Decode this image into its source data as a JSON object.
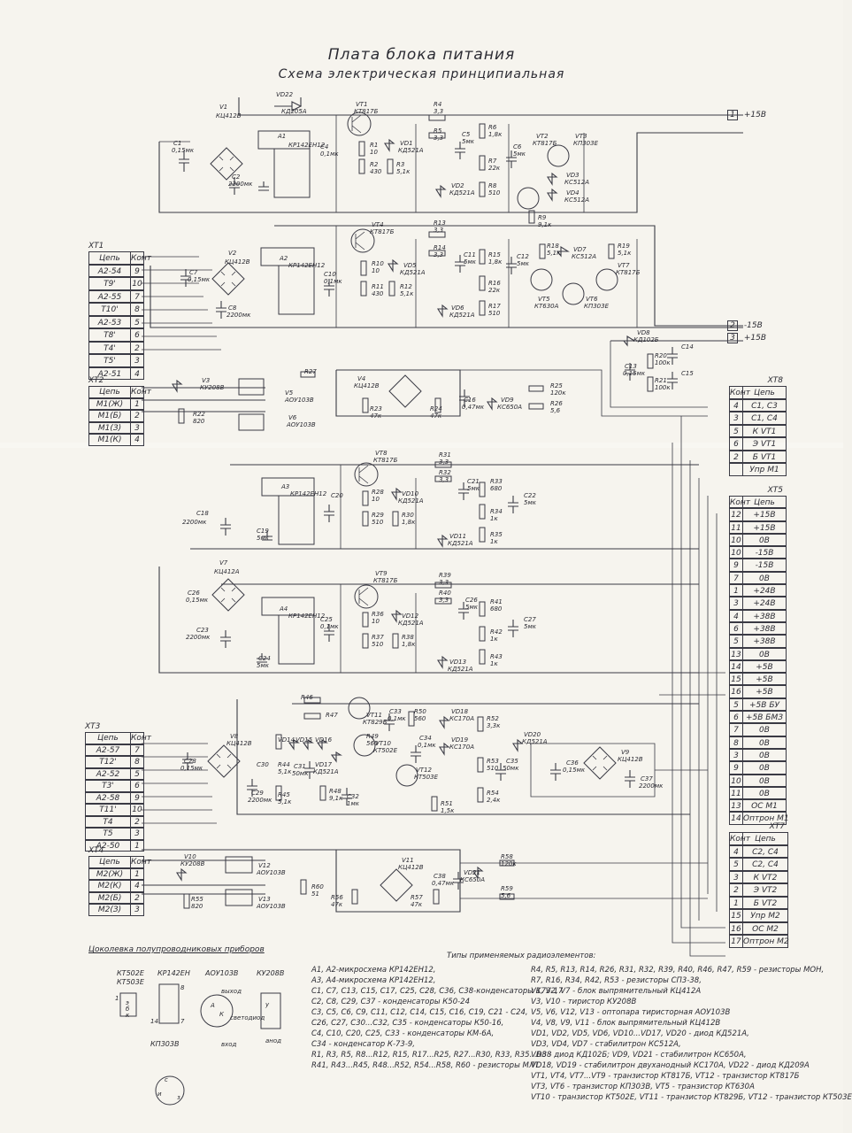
{
  "title": "Плата блока питания",
  "subtitle": "Схема электрическая принципиальная",
  "right_terminals": [
    {
      "pin": "1",
      "label": "+15В"
    },
    {
      "pin": "2",
      "label": "-15В"
    },
    {
      "pin": "3",
      "label": "+15В"
    }
  ],
  "XT1": {
    "name": "XT1",
    "col1": "Цепь",
    "col2": "Конт",
    "rows": [
      [
        "А2-54",
        "9"
      ],
      [
        "T9'",
        "10"
      ],
      [
        "А2-55",
        "7"
      ],
      [
        "T10'",
        "8"
      ],
      [
        "А2-53",
        "5"
      ],
      [
        "T8'",
        "6"
      ],
      [
        "T4'",
        "2"
      ],
      [
        "T5'",
        "3"
      ],
      [
        "А2-51",
        "4"
      ]
    ]
  },
  "XT2": {
    "name": "XT2",
    "col1": "Цепь",
    "col2": "Конт",
    "rows": [
      [
        "М1(Ж)",
        "1"
      ],
      [
        "М1(Б)",
        "2"
      ],
      [
        "М1(З)",
        "3"
      ],
      [
        "М1(К)",
        "4"
      ]
    ]
  },
  "XT3": {
    "name": "XT3",
    "col1": "Цепь",
    "col2": "Конт",
    "rows": [
      [
        "А2-57",
        "7"
      ],
      [
        "T12'",
        "8"
      ],
      [
        "А2-52",
        "5"
      ],
      [
        "T3'",
        "6"
      ],
      [
        "А2-58",
        "9"
      ],
      [
        "T11'",
        "10"
      ],
      [
        "T4",
        "2"
      ],
      [
        "T5",
        "3"
      ],
      [
        "А2-50",
        "1"
      ]
    ]
  },
  "XT4": {
    "name": "XT4",
    "col1": "Цепь",
    "col2": "Конт",
    "rows": [
      [
        "М2(Ж)",
        "1"
      ],
      [
        "М2(К)",
        "4"
      ],
      [
        "М2(Б)",
        "2"
      ],
      [
        "М2(З)",
        "3"
      ]
    ]
  },
  "XT8": {
    "name": "XT8",
    "col1": "Конт",
    "col2": "Цепь",
    "rows": [
      [
        "4",
        "C1, C3"
      ],
      [
        "3",
        "C1, C4"
      ],
      [
        "5",
        "К  VT1"
      ],
      [
        "6",
        "Э  VT1"
      ],
      [
        "2",
        "Б  VT1"
      ],
      [
        "",
        "Упр  М1"
      ]
    ]
  },
  "XT5": {
    "name": "XT5",
    "col1": "Конт",
    "col2": "Цепь",
    "rows": [
      [
        "12",
        "+15В"
      ],
      [
        "11",
        "+15В"
      ],
      [
        "10",
        "0В"
      ],
      [
        "10",
        "-15В"
      ],
      [
        "9",
        "-15В"
      ],
      [
        "7",
        "0В"
      ],
      [
        "1",
        "+24В"
      ],
      [
        "3",
        "+24В"
      ],
      [
        "4",
        "+38В"
      ],
      [
        "6",
        "+38В"
      ],
      [
        "5",
        "+38В"
      ],
      [
        "13",
        "0В"
      ],
      [
        "14",
        "+5В"
      ],
      [
        "15",
        "+5В"
      ],
      [
        "16",
        "+5В"
      ],
      [
        "5",
        "+5В  БУ"
      ],
      [
        "6",
        "+5В  БМЗ"
      ],
      [
        "7",
        "0В"
      ],
      [
        "8",
        "0В"
      ],
      [
        "3",
        "0В"
      ],
      [
        "9",
        "0В"
      ],
      [
        "10",
        "0В"
      ],
      [
        "11",
        "0В"
      ],
      [
        "13",
        "ОС  М1"
      ],
      [
        "14",
        "Оптрон М1"
      ]
    ]
  },
  "XT7": {
    "name": "XT7",
    "col1": "Конт",
    "col2": "Цепь",
    "rows": [
      [
        "4",
        "C2, C4"
      ],
      [
        "5",
        "C2, C4"
      ],
      [
        "3",
        "К  VT2"
      ],
      [
        "2",
        "Э  VT2"
      ],
      [
        "1",
        "Б  VT2"
      ],
      [
        "15",
        "Упр  М2"
      ],
      [
        "16",
        "ОС  М2"
      ],
      [
        "17",
        "Оптрон М2"
      ]
    ]
  },
  "labels": {
    "V1": "V1",
    "V1b": "КЦ412В",
    "VT1": "VT1",
    "VT1b": "КТ817Б",
    "VT2": "VT2",
    "VT2b": "КТ817Б",
    "VT3": "VT3",
    "VT3b": "КП303Е",
    "A1": "А1",
    "A1b": "КР142ЕН12",
    "C4": "C4",
    "C4b": "0,1мк",
    "C1": "C1",
    "C1b": "0,15мк",
    "C2": "C2",
    "C2b": "2200мк",
    "R1": "R1",
    "R1b": "10",
    "R2": "R2",
    "R2b": "430",
    "R3": "R3",
    "R3b": "5,1к",
    "VD1": "VD1",
    "VD1b": "КД521А",
    "R4": "R4",
    "R4b": "3,3",
    "R5": "R5",
    "R5b": "3,3",
    "C5": "C5",
    "C5b": "5мк",
    "R6": "R6",
    "R6b": "1,8к",
    "R7": "R7",
    "R7b": "22к",
    "R8": "R8",
    "R8b": "510",
    "VD2": "VD2",
    "VD2b": "КД521А",
    "C6": "C6",
    "C6b": "5мк",
    "VD3": "VD3",
    "VD3b": "КС512А",
    "VD4": "VD4",
    "VD4b": "КС512А",
    "R9": "R9",
    "R9b": "9,1к",
    "VD22": "VD22",
    "VD22b": "КД205А",
    "V2": "V2",
    "V2b": "КЦ412В",
    "VT4": "VT4",
    "VT4b": "КТ817Б",
    "A2": "А2",
    "A2b": "КР142ЕН12",
    "C7": "C7",
    "C7b": "0,15мк",
    "C8": "C8",
    "C8b": "2200мк",
    "C10": "C10",
    "C10b": "0,1мк",
    "R10": "R10",
    "R10b": "10",
    "R11": "R11",
    "R11b": "430",
    "R12": "R12",
    "R12b": "5,1к",
    "VD5": "VD5",
    "VD5b": "КД521А",
    "R13": "R13",
    "R13b": "3,3",
    "R14": "R14",
    "R14b": "3,3",
    "C11": "C11",
    "C11b": "5мк",
    "R15": "R15",
    "R15b": "1,8к",
    "R16": "R16",
    "R16b": "22к",
    "R17": "R17",
    "R17b": "510",
    "VD6": "VD6",
    "VD6b": "КД521А",
    "C12": "C12",
    "C12b": "5мк",
    "R18": "R18",
    "R18b": "5,1к",
    "VD7": "VD7",
    "VD7b": "КС512А",
    "R19": "R19",
    "R19b": "5,1к",
    "VT5": "VT5",
    "VT5b": "КТ630А",
    "VT6": "VT6",
    "VT6b": "КП303Е",
    "VT7": "VT7",
    "VT7b": "КТ817Б",
    "VD8": "VD8",
    "VD8b": "КД102Б",
    "C13": "C13",
    "C13b": "0,15мк",
    "R20": "R20",
    "R20b": "100к",
    "R21": "R21",
    "R21b": "100к",
    "C14": "C14",
    "C15": "C15",
    "V3": "V3",
    "V3b": "КУ208В",
    "V5": "V5",
    "V5b": "АОУ103В",
    "V6": "V6",
    "V6b": "АОУ103В",
    "R22": "R22",
    "R22b": "820",
    "R27": "R27",
    "V4": "V4",
    "V4b": "КЦ412В",
    "R23": "R23",
    "R23b": "47к",
    "R24": "R24",
    "R24b": "47к",
    "C16": "C16",
    "C16b": "0,47мк",
    "VD9": "VD9",
    "VD9b": "КС650А",
    "R25": "R25",
    "R25b": "120к",
    "R26": "R26",
    "R26b": "5,6",
    "VT8": "VT8",
    "VT8b": "КТ817Б",
    "A3": "А3",
    "A3b": "КР142ЕН12",
    "C20": "C20",
    "C18": "C18",
    "C18b": "2200мк",
    "C19": "C19",
    "C19b": "5мк",
    "R28": "R28",
    "R28b": "10",
    "R29": "R29",
    "R29b": "510",
    "R30": "R30",
    "R30b": "1,8к",
    "VD10": "VD10",
    "VD10b": "КД521А",
    "R31": "R31",
    "R31b": "3,3",
    "R32": "R32",
    "R32b": "3,3",
    "C21": "C21",
    "C21b": "5мк",
    "R33": "R33",
    "R33b": "680",
    "R34": "R34",
    "R34b": "1к",
    "R35": "R35",
    "R35b": "1к",
    "VD11": "VD11",
    "VD11b": "КД521А",
    "C22": "C22",
    "C22b": "5мк",
    "V7": "V7",
    "V7b": "КЦ412А",
    "VT9": "VT9",
    "VT9b": "КТ817Б",
    "A4": "А4",
    "A4b": "КР142ЕН12",
    "C23": "C23",
    "C23b": "2200мк",
    "C24": "C24",
    "C24b": "5мк",
    "C25": "C25",
    "C25b": "0,1мк",
    "C26": "C26",
    "C26b": "0,15мк",
    "R36": "R36",
    "R36b": "10",
    "R37": "R37",
    "R37b": "510",
    "R38": "R38",
    "R38b": "1,8к",
    "VD12": "VD12",
    "VD12b": "КД521А",
    "R39": "R39",
    "R39b": "3,3",
    "R40": "R40",
    "R40b": "3,3",
    "C26x": "C26",
    "C26xb": "5мк",
    "R41": "R41",
    "R41b": "680",
    "R42": "R42",
    "R42b": "1к",
    "R43": "R43",
    "R43b": "1к",
    "VD13": "VD13",
    "VD13b": "КД521А",
    "C27": "C27",
    "C27b": "5мк",
    "V8": "V8",
    "V8b": "КЦ412В",
    "C28": "C28",
    "C28b": "0,15мк",
    "C29": "C29",
    "C29b": "2200мк",
    "C30": "C30",
    "C31": "C31",
    "C31b": "50мк",
    "VD14": "VD14",
    "VD15": "VD15",
    "VD16": "VD16",
    "VD17": "VD17",
    "VD17b": "КД521А",
    "R44": "R44",
    "R44b": "5,1к",
    "R45": "R45",
    "R45b": "5,1к",
    "R46": "R46",
    "R47": "R47",
    "R48": "R48",
    "R48b": "9,1к",
    "C32": "C32",
    "C32b": "1мк",
    "VT10": "VT10",
    "VT10b": "КТ502Е",
    "VT11": "VT11",
    "VT11b": "КТ829Б",
    "C33": "C33",
    "C33b": "0,1мк",
    "R49": "R49",
    "R49b": "560",
    "R50": "R50",
    "R50b": "560",
    "VD18": "VD18",
    "VD18b": "КС170А",
    "VD19": "VD19",
    "VD19b": "КС170А",
    "C34": "C34",
    "C34b": "0,1мк",
    "R51": "R51",
    "R51b": "1,5к",
    "VT12": "VT12",
    "VT12b": "КТ503Е",
    "R52": "R52",
    "R52b": "3,3к",
    "R53": "R53",
    "R53b": "510",
    "R54": "R54",
    "R54b": "2,4к",
    "C35": "C35",
    "C35b": "50мк",
    "VD20": "VD20",
    "VD20b": "КД521А",
    "V9": "V9",
    "V9b": "КЦ412В",
    "C36": "C36",
    "C36b": "0,15мк",
    "C37": "C37",
    "C37b": "2200мк",
    "V10": "V10",
    "V10b": "КУ208В",
    "V12": "V12",
    "V12b": "АОУ103В",
    "V13": "V13",
    "V13b": "АОУ103В",
    "R55": "R55",
    "R55b": "820",
    "V11": "V11",
    "V11b": "КЦ412В",
    "R56": "R56",
    "R56b": "47к",
    "R57": "R57",
    "R57b": "47к",
    "R60": "R60",
    "R60b": "51",
    "C38": "C38",
    "C38b": "0,47мк",
    "VD21": "VD21",
    "VD21b": "КС650А",
    "R58": "R58",
    "R58b": "120к",
    "R59": "R59",
    "R59b": "5,6"
  },
  "pinout": {
    "heading": "Цоколевка полупроводниковых приборов",
    "kt502": "КТ502Е",
    "kt503": "КТ503Е",
    "kr142": "КР142ЕН",
    "aou": "АОУ103В",
    "ks": "КУ208В",
    "kp303": "КП303В",
    "vyhod": "выход",
    "vhod": "вход",
    "svetodiod": "светодиод",
    "anod": "анод",
    "pins": [
      "1",
      "8",
      "14",
      "7",
      "э",
      "б",
      "к",
      "А",
      "К",
      "у",
      "с",
      "и",
      "з"
    ]
  },
  "notes_heading": "Типы применяемых радиоэлементов:",
  "notes_left": [
    "А1, А2-микросхема КР142ЕН12,",
    "А3, А4-микросхема КР142ЕН12,",
    "C1, C7, C13, C15, C17, C25, C28, C36, C38-конденсаторы К73-17",
    "C2, C8, C29, C37 - конденсаторы К50-24",
    "C3, C5, C6, C9, C11, C12, C14, C15, C16, C19, C21 - C24,",
    "C26, C27, C30...C32, C35 - конденсаторы К50-16,",
    "C4, C10, C20, C25, C33 - конденсаторы КМ-6А,",
    "C34 - конденсатор К-73-9,",
    "R1, R3, R5, R8...R12, R15, R17...R25, R27...R30, R33, R35...R38",
    "R41, R43...R45, R48...R52, R54...R58, R60 - резисторы МЛТ"
  ],
  "notes_right": [
    "R4, R5, R13, R14, R26, R31, R32, R39, R40, R46, R47, R59 - резисторы МОН,",
    "R7, R16, R34, R42, R53 - резисторы СП3-38,",
    "V1, V2, V7 - блок выпрямительный КЦ412А",
    "V3, V10 - тиристор КУ208В",
    "V5, V6, V12, V13 - оптопара тиристорная АОУ103В",
    "V4, V8, V9, V11 - блок выпрямительный КЦ412В",
    "VD1, VD2, VD5, VD6, VD10...VD17, VD20 - диод КД521А,",
    "VD3, VD4, VD7 - стабилитрон КС512А,",
    "VD8 - диод КД102Б; VD9, VD21 - стабилитрон КС650А,",
    "VD18, VD19 - стабилитрон двуханодный КС170А, VD22 - диод КД209А",
    "VT1, VT4, VT7...VT9 - транзистор КТ817Б, VT12 - транзистор КТ817Б",
    "VT3, VT6 - транзистор КП303В, VT5 - транзистор КТ630А",
    "VT10 - транзистор КТ502Е, VT11 - транзистор КТ829Б, VT12 - транзистор КТ503Е"
  ],
  "colors": {
    "paper": "#f6f4ee",
    "ink": "#2f2f3a"
  }
}
